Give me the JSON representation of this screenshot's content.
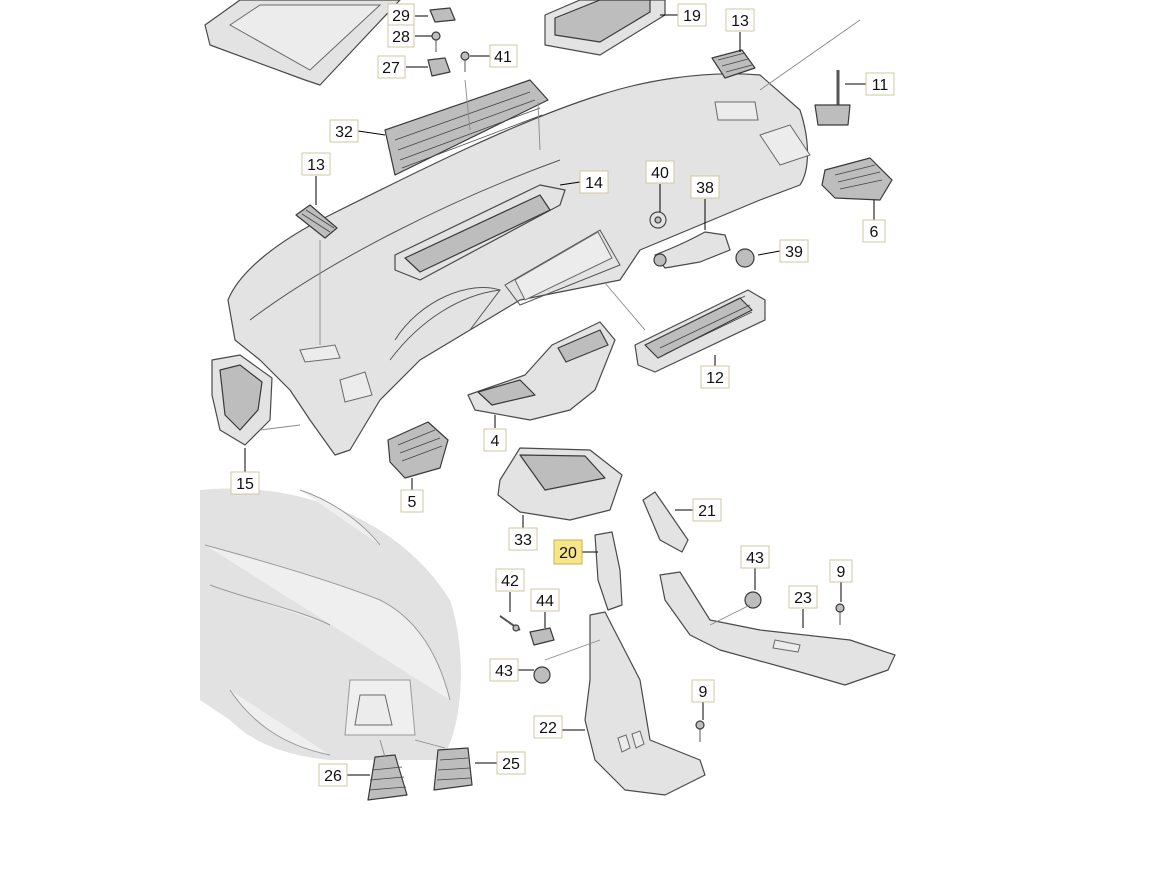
{
  "diagram": {
    "highlight_color": "#f7e58a",
    "callouts": [
      {
        "part": "Part 29",
        "label": "29"
      },
      {
        "part": "Part 28",
        "label": "28"
      },
      {
        "part": "Part 27",
        "label": "27"
      },
      {
        "part": "Part 41",
        "label": "41"
      },
      {
        "part": "Part 19",
        "label": "19"
      },
      {
        "part": "Part 13 (upper)",
        "label": "13"
      },
      {
        "part": "Part 11",
        "label": "11"
      },
      {
        "part": "Part 32",
        "label": "32"
      },
      {
        "part": "Part 13 (left)",
        "label": "13"
      },
      {
        "part": "Part 14",
        "label": "14"
      },
      {
        "part": "Part 40",
        "label": "40"
      },
      {
        "part": "Part 38",
        "label": "38"
      },
      {
        "part": "Part 6",
        "label": "6"
      },
      {
        "part": "Part 39",
        "label": "39"
      },
      {
        "part": "Part 12",
        "label": "12"
      },
      {
        "part": "Part 4",
        "label": "4"
      },
      {
        "part": "Part 15",
        "label": "15"
      },
      {
        "part": "Part 5",
        "label": "5"
      },
      {
        "part": "Part 33",
        "label": "33"
      },
      {
        "part": "Part 21",
        "label": "21"
      },
      {
        "part": "Part 20",
        "label": "20",
        "highlighted": true
      },
      {
        "part": "Part 43 (right)",
        "label": "43"
      },
      {
        "part": "Part 9 (right)",
        "label": "9"
      },
      {
        "part": "Part 23",
        "label": "23"
      },
      {
        "part": "Part 42",
        "label": "42"
      },
      {
        "part": "Part 44",
        "label": "44"
      },
      {
        "part": "Part 43 (left)",
        "label": "43"
      },
      {
        "part": "Part 9 (lower)",
        "label": "9"
      },
      {
        "part": "Part 22",
        "label": "22"
      },
      {
        "part": "Part 26",
        "label": "26"
      },
      {
        "part": "Part 25",
        "label": "25"
      }
    ]
  }
}
